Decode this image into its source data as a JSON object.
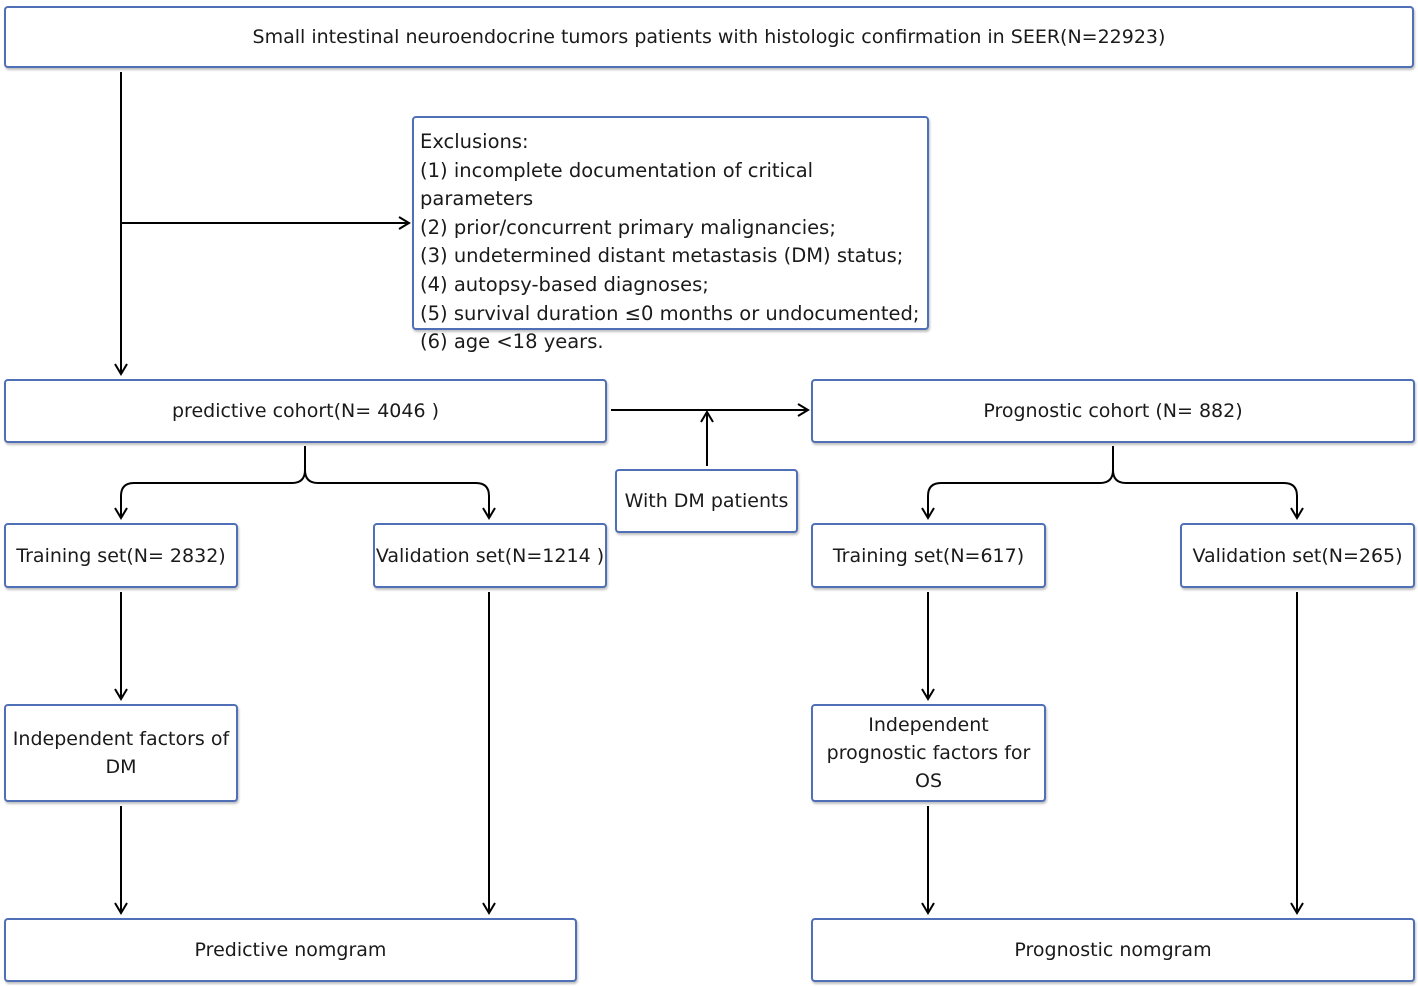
{
  "top_box": {
    "label": "Small intestinal neuroendocrine tumors patients with histologic confirmation in SEER(N=22923)"
  },
  "exclusions": {
    "title": "Exclusions:",
    "items": [
      "(1) incomplete documentation of critical parameters",
      "(2) prior/concurrent primary malignancies;",
      "(3) undetermined distant metastasis (DM) status;",
      "(4) autopsy-based diagnoses;",
      "(5) survival duration ≤0 months or undocumented;",
      "(6) age <18 years."
    ]
  },
  "predictive": {
    "cohort": "predictive cohort(N= 4046 )",
    "training": "Training set(N= 2832)",
    "validation": "Validation set(N=1214 )",
    "factors_line1": "Independent factors of",
    "factors_line2": "DM",
    "nomogram": "Predictive nomgram"
  },
  "dm_patients": {
    "label": "With DM patients"
  },
  "prognostic": {
    "cohort": "Prognostic cohort (N= 882)",
    "training": "Training set(N=617)",
    "validation": "Validation set(N=265)",
    "factors_line1": "Independent",
    "factors_line2": "prognostic factors for",
    "factors_line3": "OS",
    "nomogram": "Prognostic nomgram"
  },
  "colors": {
    "box_border": "#4f6fb6",
    "arrow": "#000000",
    "text": "#1a1a1a"
  }
}
